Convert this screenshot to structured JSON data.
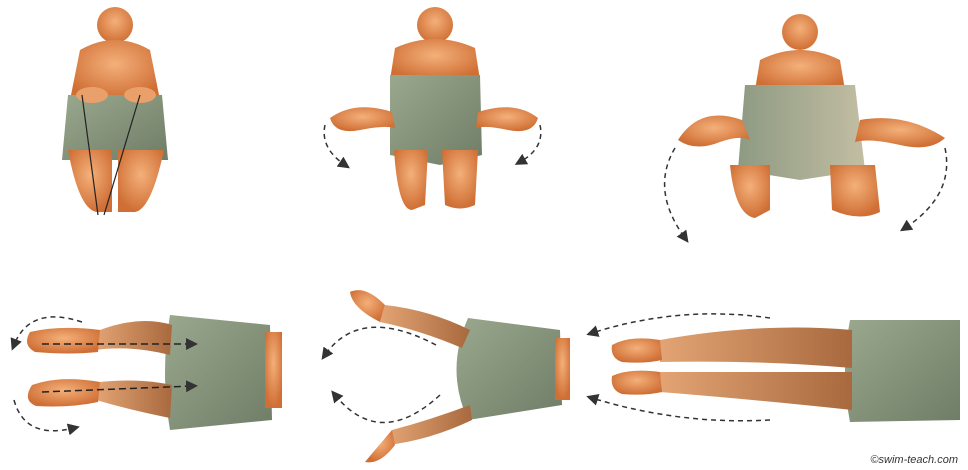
{
  "figure": {
    "credit": "©swim-teach.com",
    "colors": {
      "skin": "#e8915a",
      "skin_dark": "#c4703e",
      "shorts": "#8a9a80",
      "shorts_light": "#b6b49a",
      "arrow": "#333333"
    },
    "panels": [
      {
        "name": "top-view-legs-together"
      },
      {
        "name": "top-view-knees-bent-out"
      },
      {
        "name": "top-view-knees-bent-wide"
      },
      {
        "name": "underside-view-legs-drawn"
      },
      {
        "name": "underside-view-legs-sweep"
      },
      {
        "name": "underside-view-legs-straight"
      }
    ]
  }
}
